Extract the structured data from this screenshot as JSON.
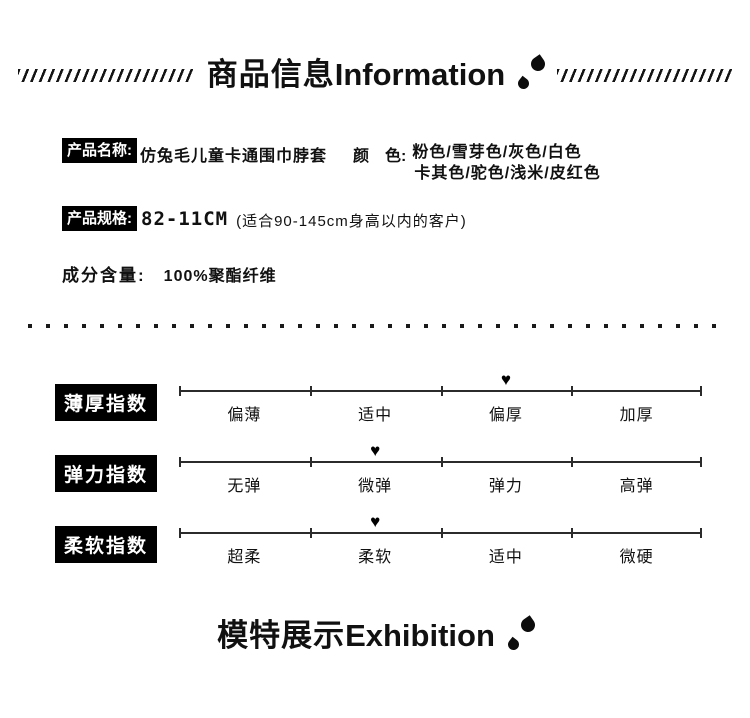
{
  "header": {
    "title_cn": "商品信息",
    "title_en": "Information"
  },
  "product": {
    "name_label": "产品名称:",
    "name_value": "仿兔毛儿童卡通围巾脖套",
    "color_label": "颜　色:",
    "color_line1": "粉色/雪芽色/灰色/白色",
    "color_line2": "卡其色/驼色/浅米/皮红色",
    "spec_label": "产品规格:",
    "spec_value": "82-11CM",
    "spec_note": "(适合90-145cm身高以内的客户)",
    "content_label": "成分含量:",
    "content_value": "100%聚酯纤维"
  },
  "indices": [
    {
      "label": "薄厚指数",
      "options": [
        "偏薄",
        "适中",
        "偏厚",
        "加厚"
      ],
      "selected": 2
    },
    {
      "label": "弹力指数",
      "options": [
        "无弹",
        "微弹",
        "弹力",
        "高弹"
      ],
      "selected": 1
    },
    {
      "label": "柔软指数",
      "options": [
        "超柔",
        "柔软",
        "适中",
        "微硬"
      ],
      "selected": 1
    }
  ],
  "footer": {
    "title_cn": "模特展示",
    "title_en": "Exhibition"
  },
  "icons": {
    "heart": "♥"
  },
  "colors": {
    "ink": "#111111",
    "bg": "#ffffff",
    "label_bg": "#000000",
    "label_fg": "#ffffff"
  }
}
